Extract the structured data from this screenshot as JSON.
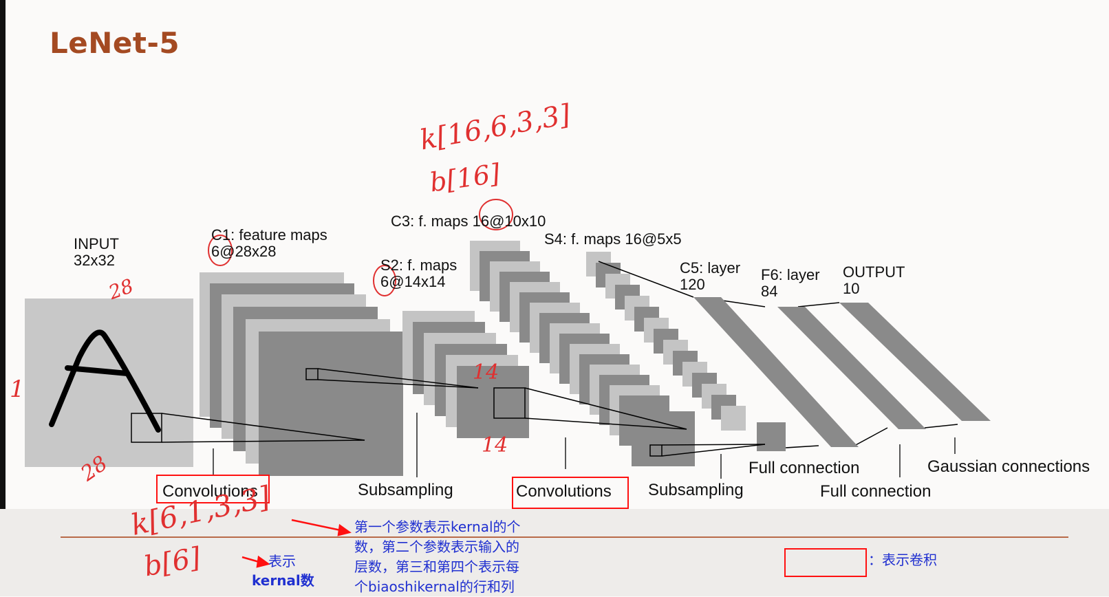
{
  "title": "LeNet-5",
  "layers": {
    "input": "INPUT\n32x32",
    "c1": "C1: feature maps\n6@28x28",
    "s2": "S2: f. maps\n6@14x14",
    "c3": "C3: f. maps 16@10x10",
    "s4": "S4: f. maps 16@5x5",
    "c5": "C5: layer\n120",
    "f6": "F6: layer\n84",
    "output": "OUTPUT\n10"
  },
  "operations": {
    "conv1": "Convolutions",
    "sub1": "Subsampling",
    "conv2": "Convolutions",
    "sub2": "Subsampling",
    "full1": "Full connection",
    "full2": "Full connection",
    "gauss": "Gaussian connections"
  },
  "handwriting": {
    "k_c3": "k[16,6,3,3]",
    "b_c3": "b[16]",
    "k_c1": "k[6,1,3,3]",
    "b_c1": "b[6]",
    "dim_28_top": "28",
    "dim_28_bottom": "28",
    "dim_1": "1",
    "dim_14_top": "14",
    "dim_14_bottom": "14"
  },
  "notes": {
    "kernel_count_line1": "表示",
    "kernel_count_line2": "kernal数",
    "param_meaning": "第一个参数表示kernal的个\n数，第二个参数表示输入的\n层数，第三和第四个表示每\n个biaoshikernal的行和列",
    "conv_legend": "：表示卷积"
  },
  "colors": {
    "title": "#a44a22",
    "annotation_red": "#ff1010",
    "note_blue": "#2030d0",
    "map_light": "#c4c4c4",
    "map_dark": "#8a8a8a"
  }
}
